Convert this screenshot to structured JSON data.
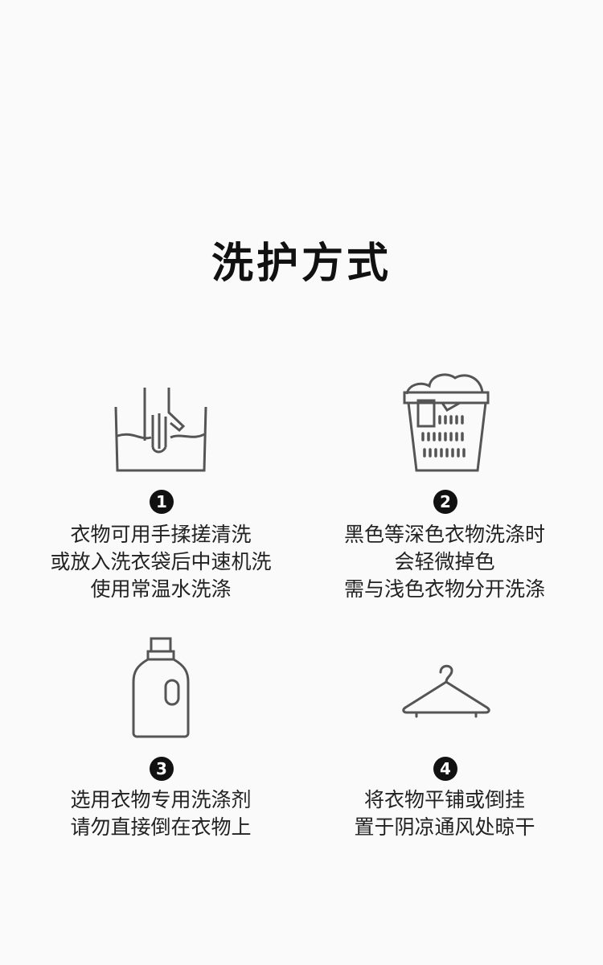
{
  "title": "洗护方式",
  "items": [
    {
      "number": "1",
      "icon": "hand-wash-icon",
      "lines": [
        "衣物可用手揉搓清洗",
        "或放入洗衣袋后中速机洗",
        "使用常温水洗涤"
      ]
    },
    {
      "number": "2",
      "icon": "laundry-basket-icon",
      "lines": [
        "黑色等深色衣物洗涤时",
        "会轻微掉色",
        "需与浅色衣物分开洗涤"
      ]
    },
    {
      "number": "3",
      "icon": "detergent-bottle-icon",
      "lines": [
        "选用衣物专用洗涤剂",
        "请勿直接倒在衣物上"
      ]
    },
    {
      "number": "4",
      "icon": "hanger-icon",
      "lines": [
        "将衣物平铺或倒挂",
        "置于阴凉通风处晾干"
      ]
    }
  ],
  "colors": {
    "icon_stroke": "#555555",
    "badge": "#111111",
    "background": "#fafafa"
  }
}
